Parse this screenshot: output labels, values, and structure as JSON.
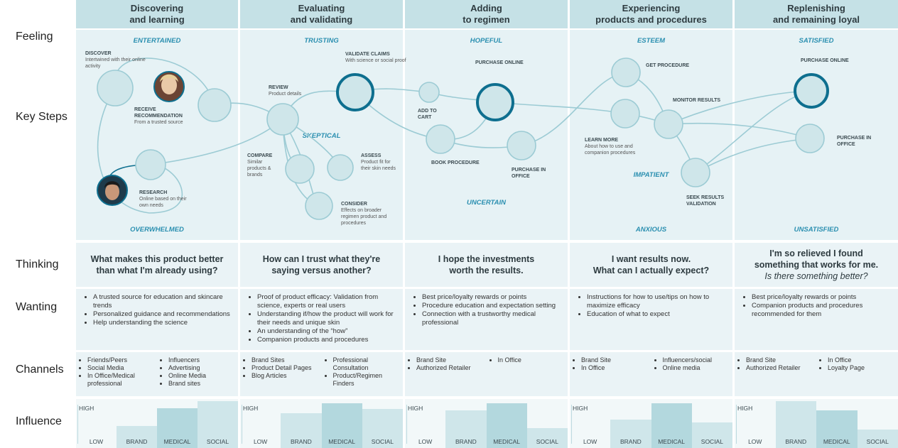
{
  "row_labels": {
    "feeling": "Feeling",
    "key_steps": "Key Steps",
    "thinking": "Thinking",
    "wanting": "Wanting",
    "channels": "Channels",
    "influence": "Influence"
  },
  "stages": [
    {
      "title1": "Discovering",
      "title2": "and learning",
      "pos": "ENTERTAINED",
      "neg": "OVERWHELMED",
      "thinking": [
        "What makes this product better",
        "than what I'm already using?"
      ],
      "thinking_it": "",
      "wanting": [
        "A trusted source for education and skincare trends",
        "Personalized guidance and recommendations",
        "Help understanding the science"
      ],
      "channels_a": [
        "Friends/Peers",
        "Social Media",
        "In Office/Medical professional"
      ],
      "channels_b": [
        "Influencers",
        "Advertising",
        "Online Media",
        "Brand sites"
      ],
      "influence": {
        "brand": 0.47,
        "medical": 0.85,
        "social": 1.0
      }
    },
    {
      "title1": "Evaluating",
      "title2": "and validating",
      "pos": "TRUSTING",
      "neg": "SKEPTICAL",
      "thinking": [
        "How can I trust what they're",
        "saying versus another?"
      ],
      "thinking_it": "",
      "wanting": [
        "Proof of product efficacy: Validation from science, experts or real users",
        "Understanding if/how the product will work for their needs and unique skin",
        "An understanding of the “how”",
        "Companion products and procedures"
      ],
      "channels_a": [
        "Brand Sites",
        "Product Detail Pages",
        "Blog Articles"
      ],
      "channels_b": [
        "Professional Consultation",
        "Product/Regimen Finders"
      ],
      "influence": {
        "brand": 0.75,
        "medical": 0.95,
        "social": 0.83
      }
    },
    {
      "title1": "Adding",
      "title2": "to regimen",
      "pos": "HOPEFUL",
      "neg": "UNCERTAIN",
      "thinking": [
        "I hope the investments",
        "worth the results."
      ],
      "thinking_it": "",
      "wanting": [
        "Best price/loyalty rewards or points",
        "Procedure education and expectation setting",
        "Connection with a trustworthy medical professional"
      ],
      "channels_a": [
        "Brand Site",
        "Authorized Retailer"
      ],
      "channels_b": [
        "In Office"
      ],
      "influence": {
        "brand": 0.8,
        "medical": 0.95,
        "social": 0.42
      }
    },
    {
      "title1": "Experiencing",
      "title2": "products and procedures",
      "pos": "ESTEEM",
      "neg": "ANXIOUS",
      "neg2": "IMPATIENT",
      "thinking": [
        "I want results now.",
        "What can I actually expect?"
      ],
      "thinking_it": "",
      "wanting": [
        "Instructions for how to use/tips on how to maximize efficacy",
        "Education of what to expect"
      ],
      "channels_a": [
        "Brand Site",
        "In Office"
      ],
      "channels_b": [
        "Influencers/social",
        "Online media"
      ],
      "influence": {
        "brand": 0.6,
        "medical": 0.95,
        "social": 0.55
      }
    },
    {
      "title1": "Replenishing",
      "title2": "and remaining loyal",
      "pos": "SATISFIED",
      "neg": "UNSATISFIED",
      "thinking": [
        "I'm so relieved I found",
        "something that works for me."
      ],
      "thinking_it": "Is there something better?",
      "wanting": [
        "Best price/loyalty rewards or points",
        "Companion products and procedures recommended for them"
      ],
      "channels_a": [
        "Brand Site",
        "Authorized Retailer"
      ],
      "channels_b": [
        "In Office",
        "Loyalty Page"
      ],
      "influence": {
        "brand": 1.0,
        "medical": 0.8,
        "social": 0.4
      }
    }
  ],
  "influence_labels": {
    "high": "HIGH",
    "low": "LOW",
    "brand": "BRAND",
    "medical": "MEDICAL",
    "social": "SOCIAL"
  },
  "steps": {
    "discover": {
      "t": "DISCOVER",
      "d": "Intertwined with their online activity"
    },
    "receive": {
      "t": "RECEIVE RECOMMENDATION",
      "d": "From a trusted source"
    },
    "research": {
      "t": "RESEARCH",
      "d": "Online based on their own needs"
    },
    "review": {
      "t": "REVIEW",
      "d": "Product details"
    },
    "validate": {
      "t": "VALIDATE CLAIMS",
      "d": "With science or social proof"
    },
    "compare": {
      "t": "COMPARE",
      "d": "Similar products & brands"
    },
    "assess": {
      "t": "ASSESS",
      "d": "Product fit for their skin needs"
    },
    "consider": {
      "t": "CONSIDER",
      "d": "Effects on broader regimen product and procedures"
    },
    "purchase_online": {
      "t": "PURCHASE ONLINE",
      "d": ""
    },
    "add_cart": {
      "t": "ADD TO CART",
      "d": ""
    },
    "book": {
      "t": "BOOK PROCEDURE",
      "d": ""
    },
    "purchase_office": {
      "t": "PURCHASE IN OFFICE",
      "d": ""
    },
    "get_proc": {
      "t": "GET PROCEDURE",
      "d": ""
    },
    "monitor": {
      "t": "MONITOR RESULTS",
      "d": ""
    },
    "learn": {
      "t": "LEARN MORE",
      "d": "About how to use and companion procedures"
    },
    "seek": {
      "t": "SEEK RESULTS VALIDATION",
      "d": ""
    },
    "purchase_online2": {
      "t": "PURCHASE ONLINE",
      "d": ""
    },
    "purchase_office2": {
      "t": "PURCHASE IN OFFICE",
      "d": ""
    }
  },
  "colors": {
    "header": "#c5e1e6",
    "area": "#e6f2f5",
    "node_fill": "#cfe6ea",
    "node_stroke": "#9ccbd4",
    "accent": "#0e6f8f",
    "emotion": "#2a8fb0"
  }
}
